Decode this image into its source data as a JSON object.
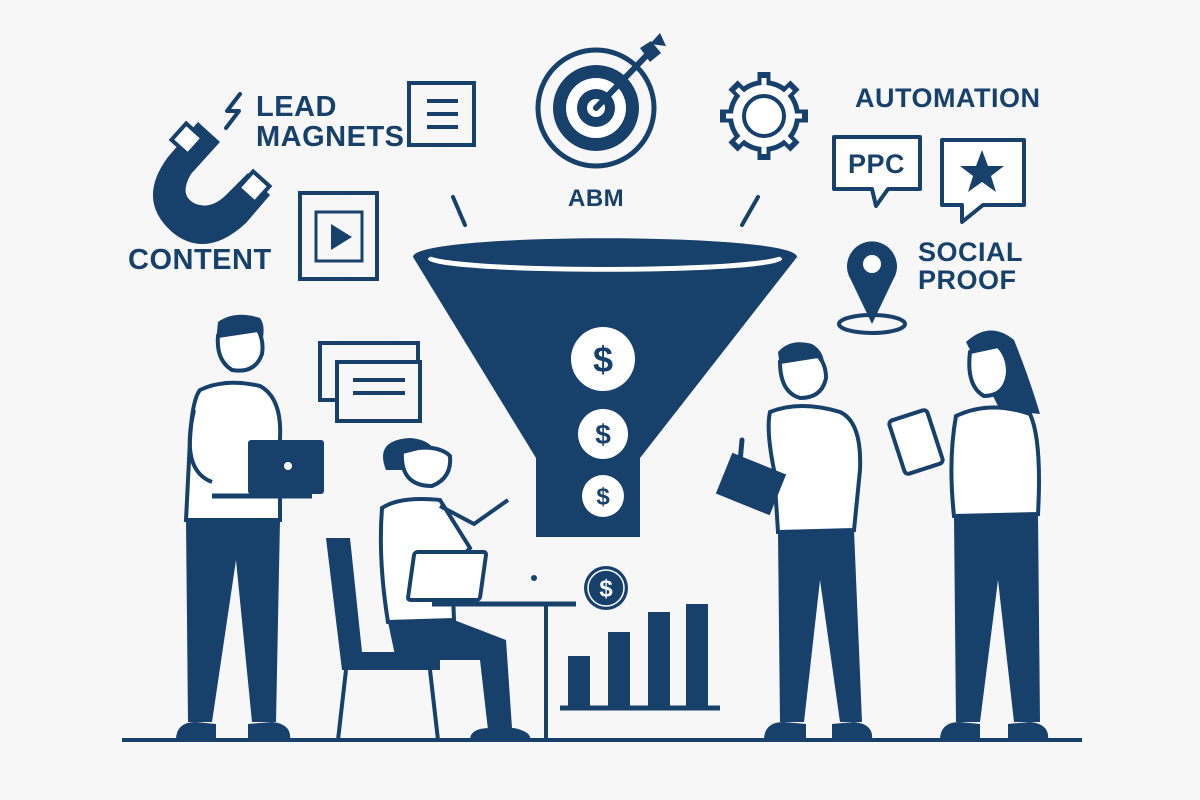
{
  "colors": {
    "primary": "#17406a",
    "background": "#f7f7f8",
    "light": "#ffffff"
  },
  "labels": {
    "lead_magnets_line1": "LEAD",
    "lead_magnets_line2": "MAGNETS",
    "content": "CONTENT",
    "abm": "ABM",
    "automation": "AUTOMATION",
    "ppc": "PPC",
    "social_proof_line1": "SOCIAL",
    "social_proof_line2": "PROOF"
  },
  "funnel": {
    "coin_symbol": "$",
    "coin_count": 4
  },
  "icons": [
    "magnet-icon",
    "document-icon",
    "video-icon",
    "target-icon",
    "gear-icon",
    "speech-bubble-icon",
    "star-bubble-icon",
    "location-pin-icon",
    "chat-card-icon",
    "bar-chart-icon"
  ]
}
